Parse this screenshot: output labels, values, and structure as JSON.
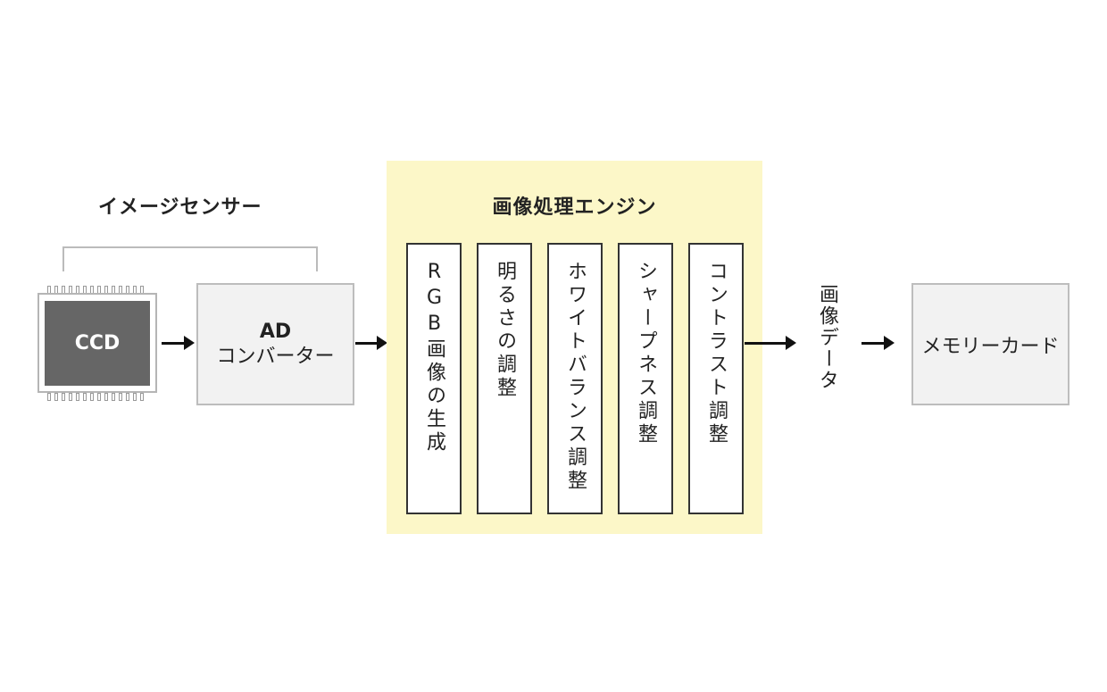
{
  "image_sensor_label": "イメージセンサー",
  "ccd_label": "CCD",
  "ad_converter": {
    "line1": "AD",
    "line2": "コンバーター"
  },
  "engine": {
    "title": "画像処理エンジン",
    "steps": [
      "RGB画像の生成",
      "明るさの調整",
      "ホワイトバランス調整",
      "シャープネス調整",
      "コントラスト調整"
    ]
  },
  "output_label": "画像データ",
  "memory_card": "メモリーカード",
  "colors": {
    "engine_bg": "#fcf7c8",
    "box_bg": "#f2f2f2",
    "ccd_core": "#666666",
    "arrow": "#111111"
  }
}
